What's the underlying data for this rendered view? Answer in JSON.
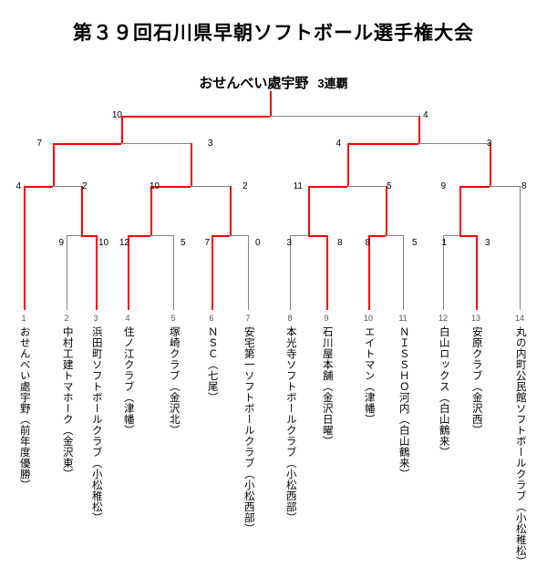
{
  "title": "第３９回石川県早朝ソフトボール選手権大会",
  "champion": {
    "name": "おせんべい處宇野",
    "streak": "3連覇"
  },
  "colors": {
    "winner_line": "#ff0000",
    "loser_line": "#808080",
    "text": "#000000",
    "background": "#ffffff"
  },
  "teams": [
    {
      "no": "1",
      "name": "おせんべい處宇野（前年度優勝）"
    },
    {
      "no": "2",
      "name": "中村工建トマホーク（金沢東）"
    },
    {
      "no": "3",
      "name": "浜田町ソフトボールクラブ（小松稚松）"
    },
    {
      "no": "4",
      "name": "住ノ江クラブ（津幡）"
    },
    {
      "no": "5",
      "name": "塚崎クラブ（金沢北）"
    },
    {
      "no": "6",
      "name": "ＮＳＣ（七尾）"
    },
    {
      "no": "7",
      "name": "安宅第一ソフトボールクラブ（小松西部）"
    },
    {
      "no": "8",
      "name": "本光寺ソフトボールクラブ（小松西部）"
    },
    {
      "no": "9",
      "name": "石川屋本舗（金沢日曜）"
    },
    {
      "no": "10",
      "name": "エイトマン（津幡）"
    },
    {
      "no": "11",
      "name": "ＮＩＳＳＨＯ河内（白山鶴来）"
    },
    {
      "no": "12",
      "name": "白山ロックス（白山鶴来）"
    },
    {
      "no": "13",
      "name": "安原クラブ（金沢西）"
    },
    {
      "no": "14",
      "name": "丸の内町公民館ソフトボールクラブ（小松稚松）"
    }
  ],
  "rounds": {
    "round1": [
      {
        "left_score": "9",
        "right_score": "10",
        "winner": "right"
      },
      {
        "left_score": "12",
        "right_score": "5",
        "winner": "left"
      },
      {
        "left_score": "7",
        "right_score": "0",
        "winner": "left"
      },
      {
        "left_score": "3",
        "right_score": "8",
        "winner": "right"
      },
      {
        "left_score": "8",
        "right_score": "5",
        "winner": "left"
      },
      {
        "left_score": "1",
        "right_score": "3",
        "winner": "right"
      }
    ],
    "round2": [
      {
        "left_score": "4",
        "right_score": "2",
        "winner": "left"
      },
      {
        "left_score": "10",
        "right_score": "2",
        "winner": "left"
      },
      {
        "left_score": "11",
        "right_score": "5",
        "winner": "left"
      },
      {
        "left_score": "9",
        "right_score": "8",
        "winner": "left"
      }
    ],
    "round3": [
      {
        "left_score": "7",
        "right_score": "3",
        "winner": "left"
      },
      {
        "left_score": "4",
        "right_score": "3",
        "winner": "left"
      }
    ],
    "final": {
      "left_score": "10",
      "right_score": "4",
      "winner": "left"
    }
  }
}
